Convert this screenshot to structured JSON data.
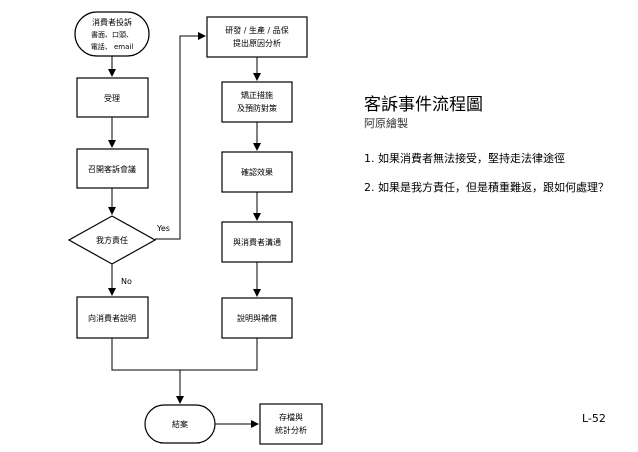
{
  "nodes": {
    "consumer_complaint": {
      "line1": "消費者投訴",
      "line2": "書面、口頭、",
      "line3": "電話、 email"
    },
    "accept": "受理",
    "complaint_meeting": "召開客訴會議",
    "our_responsibility": "我方責任",
    "explain_to_consumer": "向消費者說明",
    "analysis": {
      "line1": "研發 / 生產 / 品保",
      "line2": "提出原因分析"
    },
    "corrective": {
      "line1": "矯正措施",
      "line2": "及預防對策"
    },
    "confirm_effect": "確認效果",
    "communicate": "與消費者溝通",
    "explain_compensate": "說明與補償",
    "close_case": "結案",
    "archive": {
      "line1": "存檔與",
      "line2": "統計分析"
    }
  },
  "edges": {
    "yes": "Yes",
    "no": "No"
  },
  "sidebar": {
    "title": "客訴事件流程圖",
    "author": "阿原繪製",
    "notes": [
      "1. 如果消費者無法接受，堅持走法律途徑",
      "2. 如果是我方責任，但是積重難返，跟如何處理？"
    ]
  },
  "page_number": "L-52"
}
